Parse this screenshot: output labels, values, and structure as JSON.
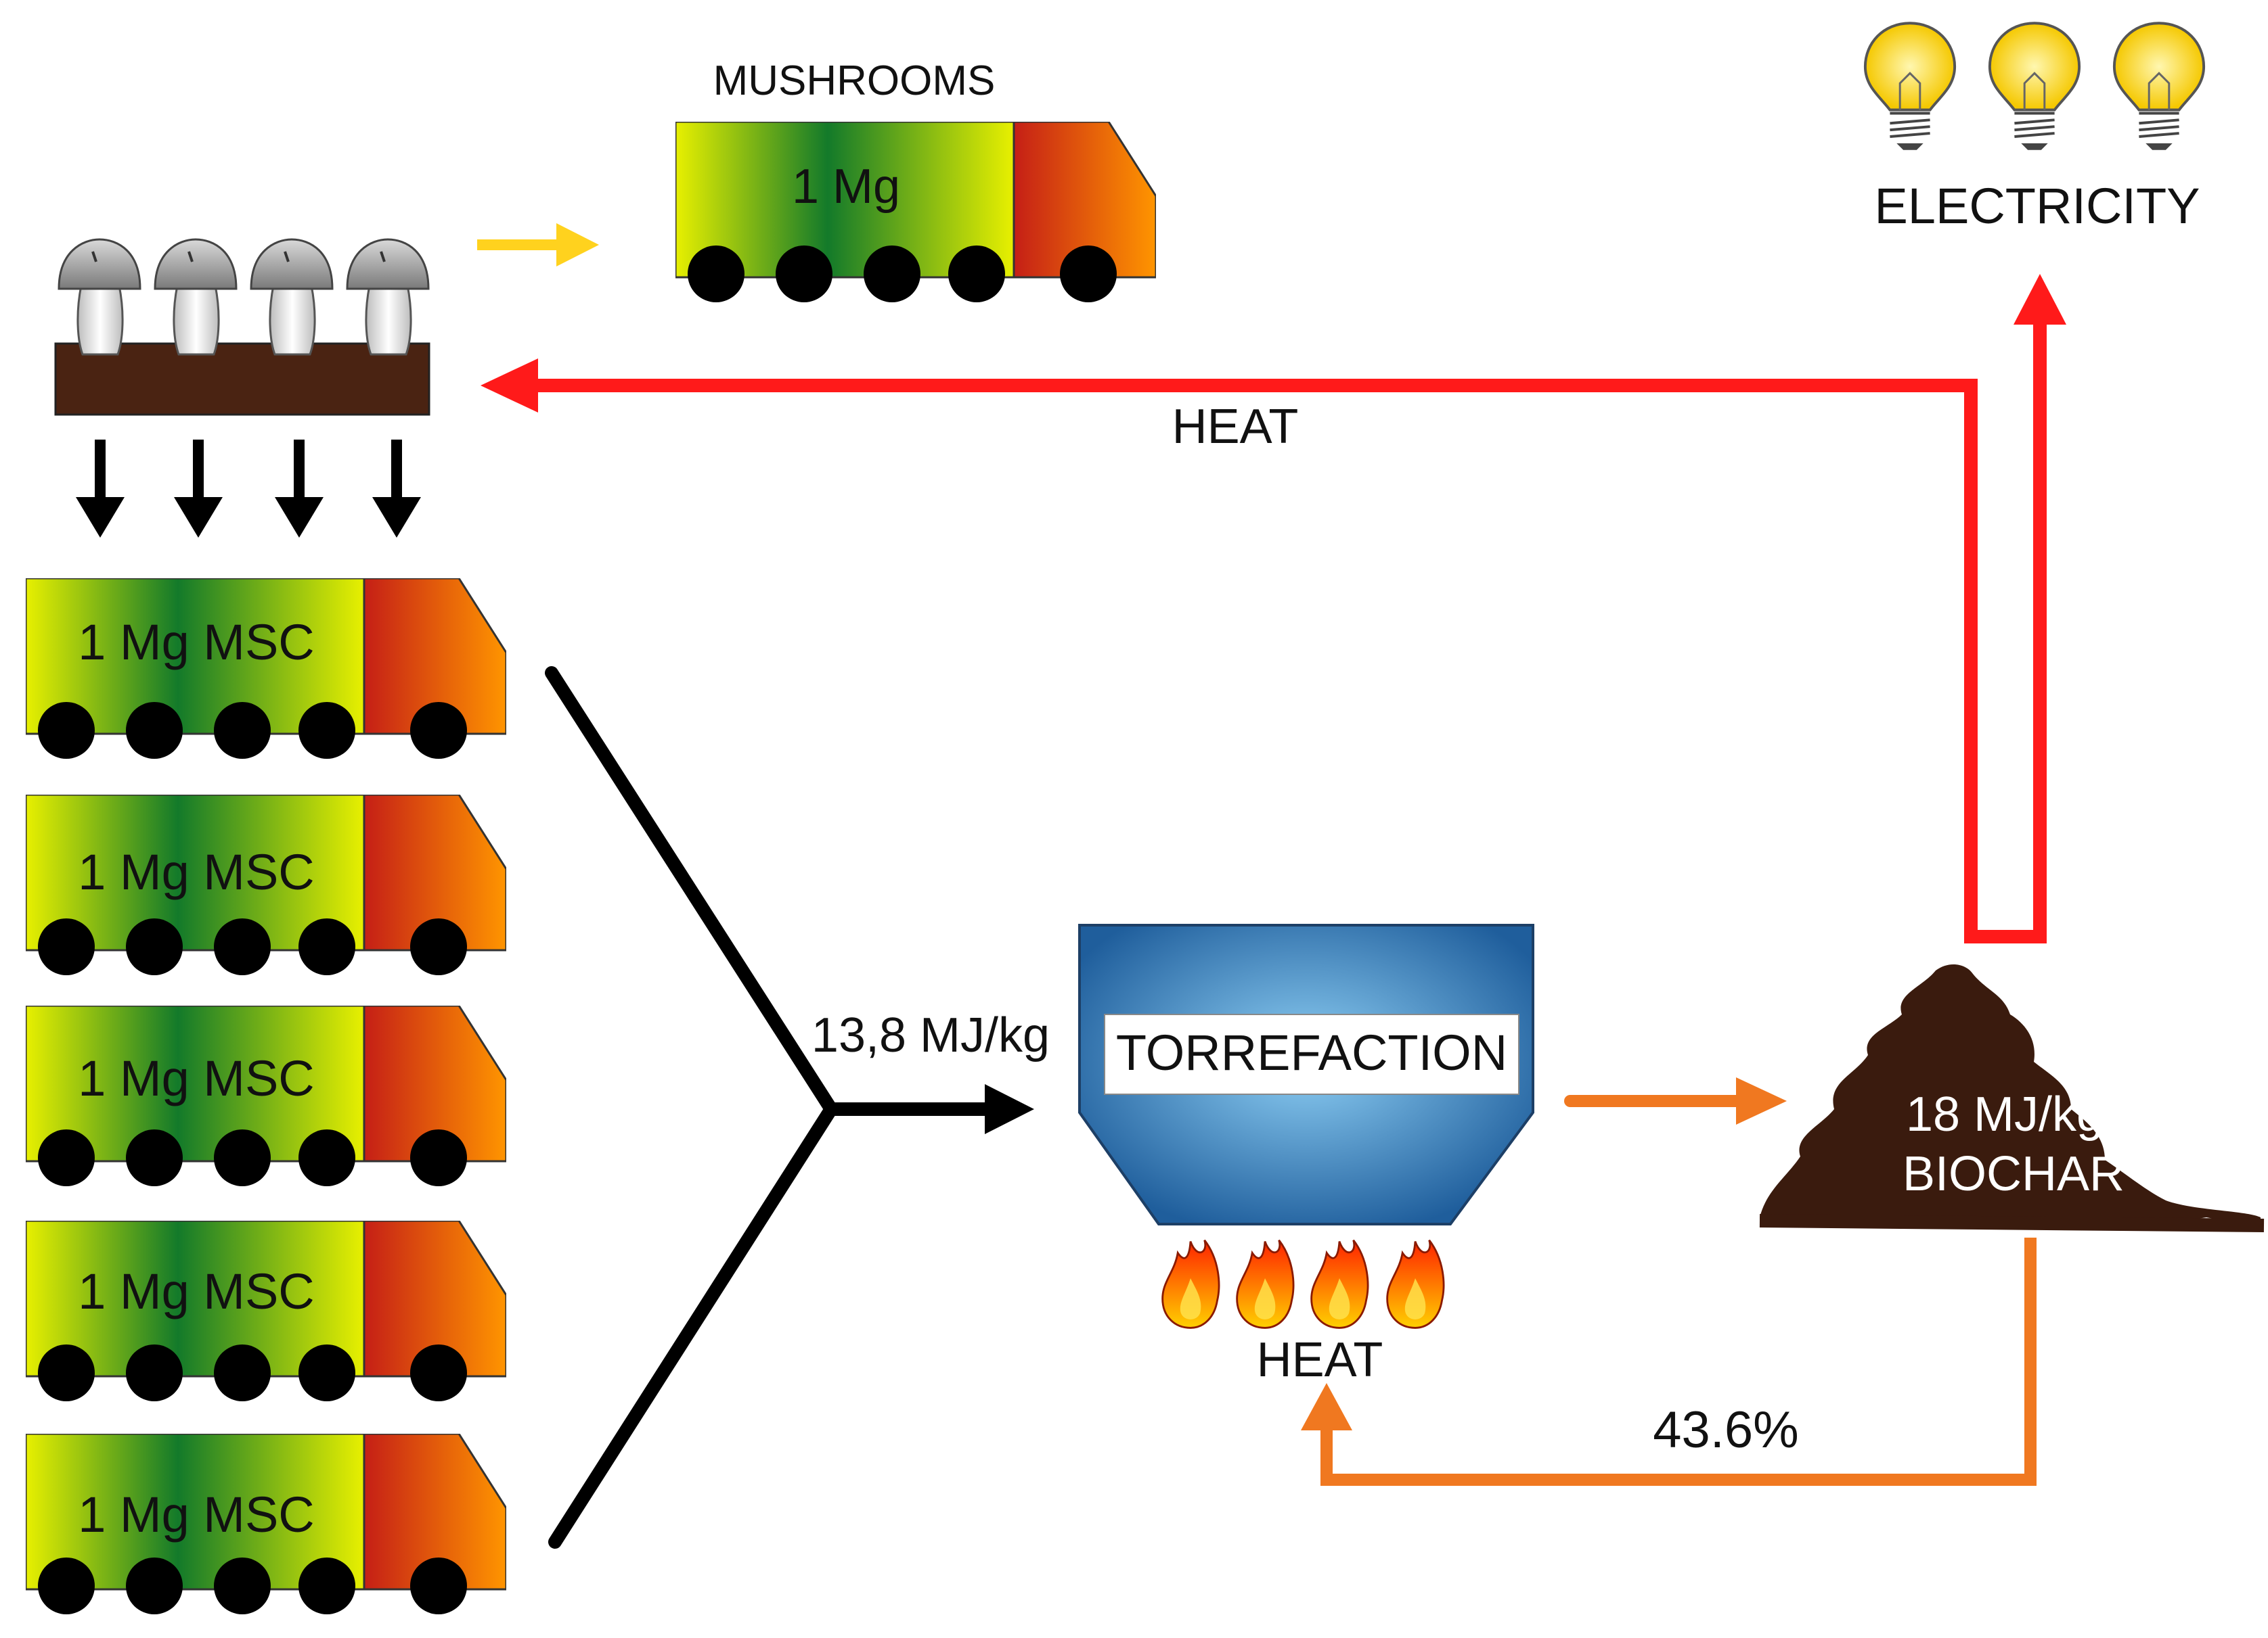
{
  "labels": {
    "mushrooms": "MUSHROOMS",
    "mushroom_truck": "1 Mg",
    "msc_truck": "1 Mg MSC",
    "electricity": "ELECTRICITY",
    "heat_top": "HEAT",
    "energy_in": "13,8 MJ/kg",
    "torrefaction": "TORREFACTION",
    "heat_bottom": "HEAT",
    "biochar_energy": "18 MJ/kg",
    "biochar": "BIOCHAR",
    "percent": "43.6%"
  },
  "msc_trucks": [
    {
      "label": "1 Mg MSC"
    },
    {
      "label": "1 Mg MSC"
    },
    {
      "label": "1 Mg MSC"
    },
    {
      "label": "1 Mg MSC"
    },
    {
      "label": "1 Mg MSC"
    }
  ],
  "colors": {
    "heat_arrow": "#ff1a1a",
    "biochar_arrow": "#f07820",
    "mushroom_arrow": "#ffd21e",
    "flow_lines": "#000000",
    "reactor": "#2f7fc0",
    "biochar_pile": "#3a1b0e",
    "soil": "#4a2312",
    "truck_cargo_green": "#137a2a",
    "truck_cargo_yellow": "#e8f000",
    "truck_cab": "#ff8c00"
  },
  "icons": [
    "mushroom-icon",
    "lightbulb-icon",
    "flame-icon",
    "truck-icon"
  ]
}
